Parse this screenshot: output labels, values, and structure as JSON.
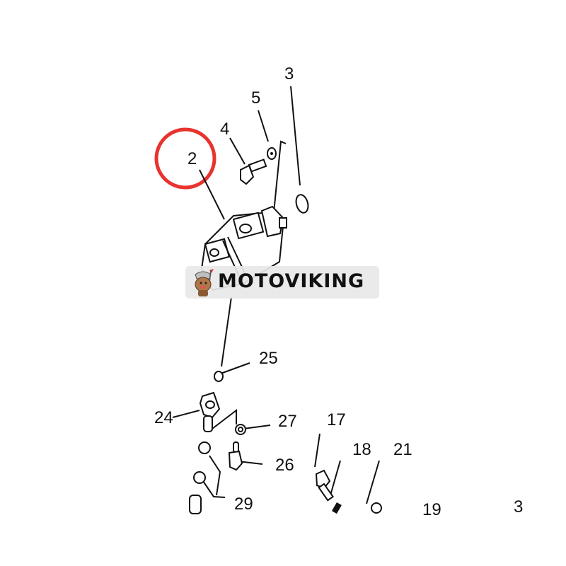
{
  "diagram": {
    "callouts": [
      "3",
      "5",
      "4",
      "2",
      "25",
      "24",
      "27",
      "17",
      "18",
      "26",
      "21",
      "29",
      "19",
      "3"
    ],
    "highlight_color": "#e8332f",
    "highlighted_part": "2"
  },
  "watermark": {
    "text": "MOTOVIKING",
    "logo": "viking-mascot-logo"
  }
}
